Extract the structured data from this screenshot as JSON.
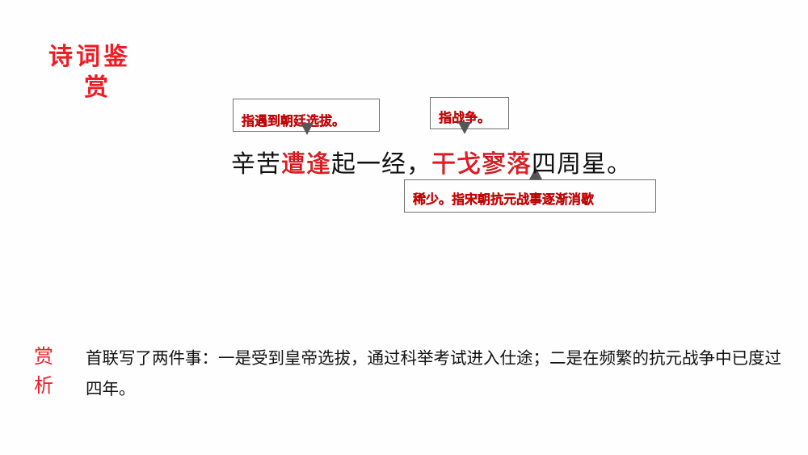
{
  "slide": {
    "title_line1": "诗词鉴",
    "title_line2": "赏",
    "notes": [
      {
        "text": "指遇到朝廷选拔。",
        "target": "遭逢"
      },
      {
        "text": "指战争。",
        "target": "干戈"
      },
      {
        "text": "稀少。指宋朝抗元战事逐渐消歇",
        "target": "寥落"
      }
    ],
    "verse": {
      "parts": [
        "辛苦",
        "遭逢",
        "起一经，",
        "干戈寥落",
        "四周星。"
      ]
    },
    "analysis_label_1": "赏",
    "analysis_label_2": "析",
    "analysis_text": "首联写了两件事：一是受到皇帝选拔，通过科举考试进入仕途；二是在频繁的抗元战争中已度过四年。"
  },
  "colors": {
    "accent": "#ee1c25",
    "text": "#111111",
    "box_border": "#707070",
    "arrow": "#555555"
  }
}
